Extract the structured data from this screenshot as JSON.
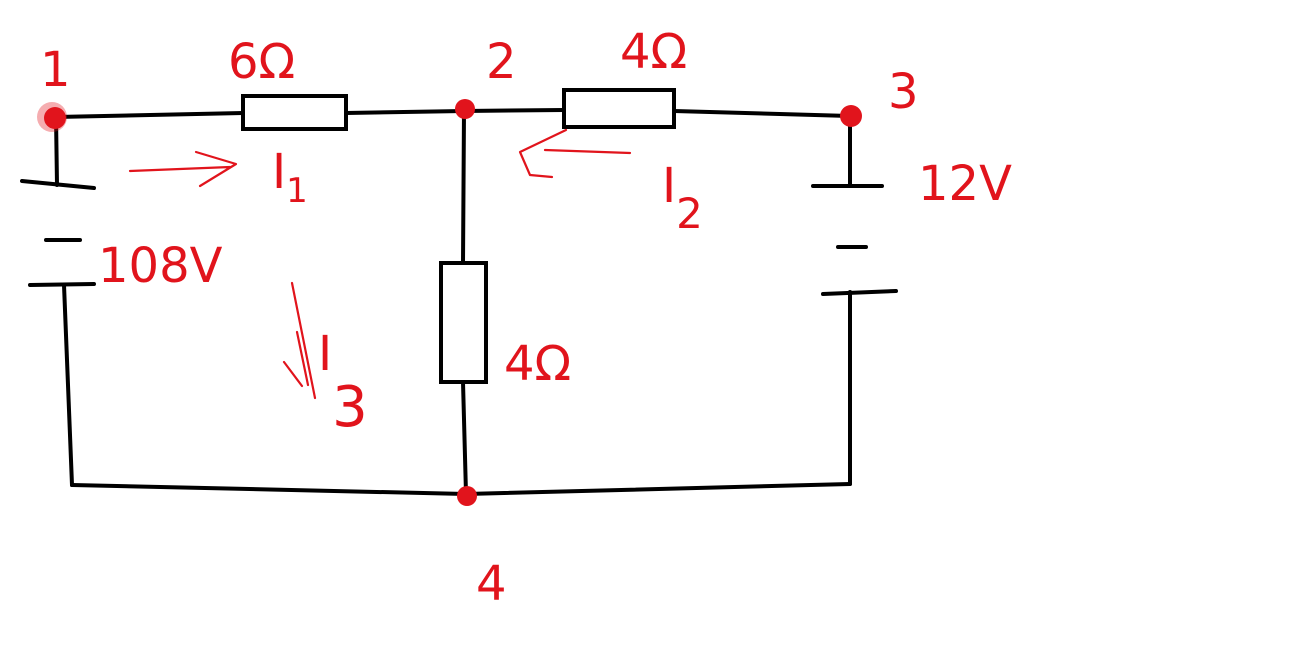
{
  "nodes": [
    {
      "id": "1",
      "label": "1"
    },
    {
      "id": "2",
      "label": "2"
    },
    {
      "id": "3",
      "label": "3"
    },
    {
      "id": "4",
      "label": "4"
    }
  ],
  "resistors": [
    {
      "id": "R1",
      "label": "6Ω"
    },
    {
      "id": "R2",
      "label": "4Ω"
    },
    {
      "id": "R3",
      "label": "4Ω"
    }
  ],
  "sources": [
    {
      "id": "E1",
      "label": "108V"
    },
    {
      "id": "E2",
      "label": "12V"
    }
  ],
  "currents": [
    {
      "id": "I1",
      "label": "I",
      "sub": "1"
    },
    {
      "id": "I2",
      "label": "I",
      "sub": "2"
    },
    {
      "id": "I3",
      "label": "I",
      "sub": "3"
    }
  ],
  "colors": {
    "ink": "#e1141c",
    "wire": "#000000",
    "background": "#ffffff"
  }
}
